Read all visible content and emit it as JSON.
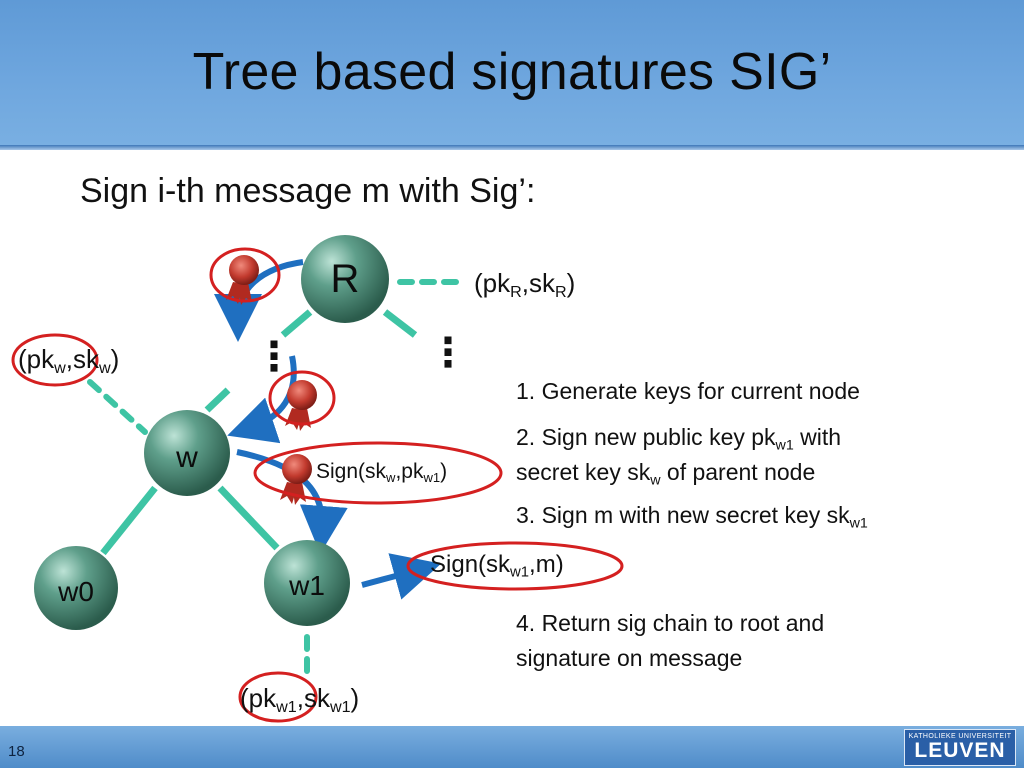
{
  "slide": {
    "title": "Tree based signatures SIG’",
    "subtitle": "Sign i-th message m with Sig’:",
    "page_number": "18"
  },
  "logo": {
    "small_text": "KATHOLIEKE UNIVERSITEIT",
    "big_text": "LEUVEN"
  },
  "nodes": {
    "root": "R",
    "w": "w",
    "w0": "w0",
    "w1": "w1"
  },
  "ellipsis": "⋮",
  "labels": {
    "root_keys": {
      "open": "(pk",
      "sub1": "R",
      "mid": ",sk",
      "sub2": "R",
      "close": ")"
    },
    "w_keys": {
      "open": "(pk",
      "sub1": "w",
      "mid": ",sk",
      "sub2": "w",
      "close": ")"
    },
    "sign_w": {
      "open": "Sign(sk",
      "sub1": "w",
      "mid": ",pk",
      "sub2": "w1",
      "close": ")"
    },
    "sign_m": {
      "open": "Sign(sk",
      "sub1": "w1",
      "close": ",m)"
    },
    "w1_keys": {
      "open": "(pk",
      "sub1": "w1",
      "mid": ",sk",
      "sub2": "w1",
      "close": ")"
    }
  },
  "steps": {
    "s1": "1. Generate keys for current node",
    "s2_line1_a": "2. Sign new public key pk",
    "s2_line1_sub": "w1",
    "s2_line1_b": " with",
    "s2_line2_a": "secret key sk",
    "s2_line2_sub": "w",
    "s2_line2_b": " of parent node",
    "s3_a": "3. Sign m with new secret key sk",
    "s3_sub": "w1",
    "s4_line1": "4. Return sig chain to root and",
    "s4_line2": "signature on message"
  },
  "colors": {
    "header_blue": "#6ea6de",
    "node_green": "#3f8a73",
    "edge_teal": "#3ec4a4",
    "arrow_blue": "#1f6fc0",
    "highlight_red": "#d42020",
    "seal_red": "#c23a2e"
  }
}
